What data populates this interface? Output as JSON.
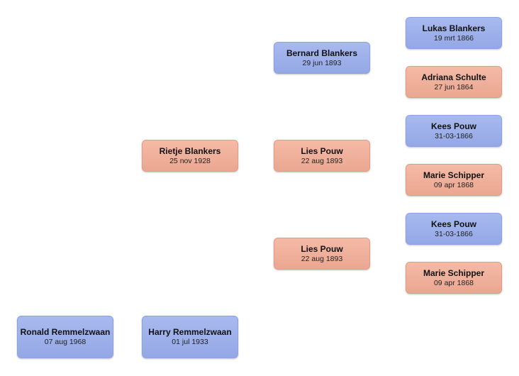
{
  "colors": {
    "male": "#9bade8",
    "female": "#efae98"
  },
  "persons": [
    {
      "name": "Ronald Remmelzwaan",
      "date": "07 aug 1968",
      "gender": "male"
    },
    {
      "name": "Harry Remmelzwaan",
      "date": "01 jul 1933",
      "gender": "male"
    },
    {
      "name": "Rietje Blankers",
      "date": "25 nov 1928",
      "gender": "female"
    },
    {
      "name": "Bernard Blankers",
      "date": "29 jun 1893",
      "gender": "male"
    },
    {
      "name": "Lies Pouw",
      "date": "22 aug 1893",
      "gender": "female"
    },
    {
      "name": "Lies Pouw",
      "date": "22 aug 1893",
      "gender": "female"
    },
    {
      "name": "Lukas Blankers",
      "date": "19 mrt 1866",
      "gender": "male"
    },
    {
      "name": "Adriana  Schulte",
      "date": "27 jun 1864",
      "gender": "female"
    },
    {
      "name": "Kees Pouw",
      "date": "31-03-1866",
      "gender": "male"
    },
    {
      "name": "Marie Schipper",
      "date": "09 apr 1868",
      "gender": "female"
    },
    {
      "name": "Kees Pouw",
      "date": "31-03-1866",
      "gender": "male"
    },
    {
      "name": "Marie Schipper",
      "date": "09 apr 1868",
      "gender": "female"
    }
  ]
}
